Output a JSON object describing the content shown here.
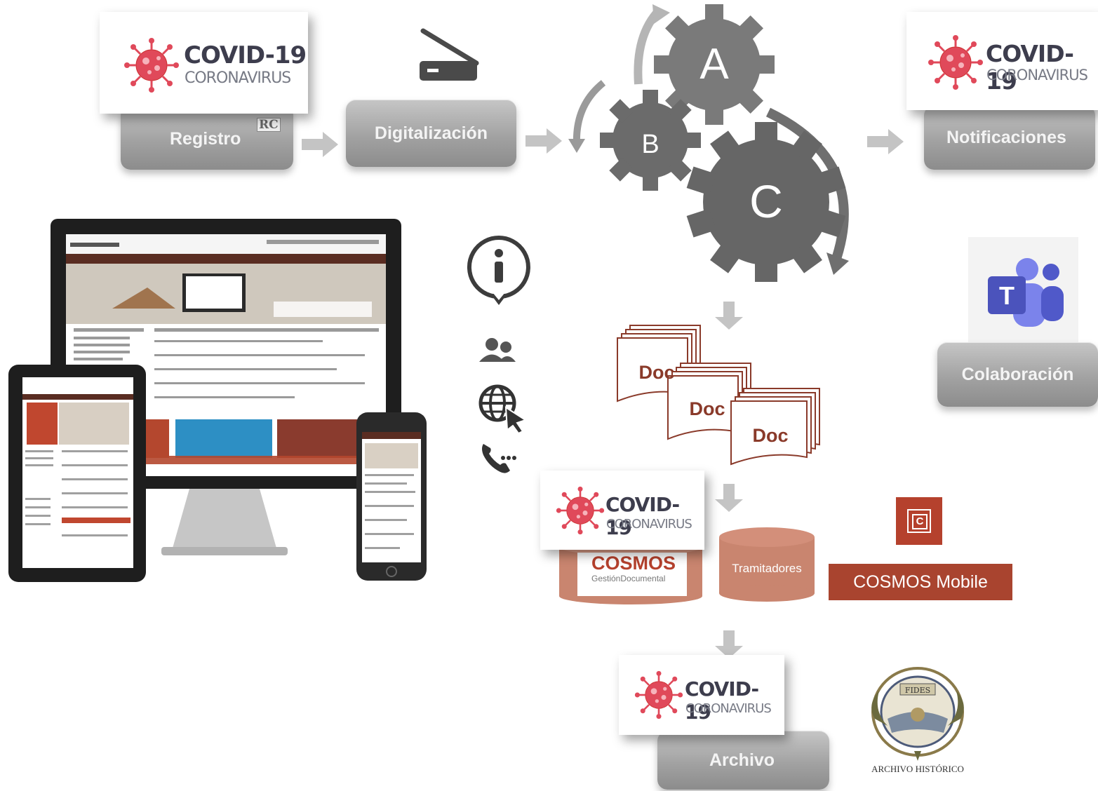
{
  "badges": {
    "title": "COVID-19",
    "subtitle": "CORONAVIRUS"
  },
  "steps": {
    "registro": "Registro",
    "digitalizacion": "Digitalización",
    "notificaciones": "Notificaciones",
    "colaboracion": "Colaboración",
    "archivo": "Archivo"
  },
  "rc_mark": "RC",
  "gears": {
    "a": "A",
    "b": "B",
    "c": "C"
  },
  "docs": [
    "Doc",
    "Doc",
    "Doc"
  ],
  "cosmos": {
    "logo": "COSMOS",
    "sublabel": "GestiónDocumental",
    "tramitadores": "Tramitadores",
    "mobile": "COSMOS Mobile",
    "mobile_icon": "C"
  },
  "archivo_historico": {
    "caption": "ARCHIVO HISTÓRICO",
    "seal_text": "FIDES"
  },
  "icons": [
    "info-bubble-icon",
    "users-icon",
    "globe-cursor-icon",
    "phone-dots-icon",
    "scanner-icon",
    "teams-icon"
  ],
  "colors": {
    "brown": "#9b4636",
    "brown_light": "#c9856f",
    "gear": "#6f6f6f",
    "button_gray": "#a2a2a2",
    "virus_red": "#e0495a",
    "teams_purple": "#5b5fc7"
  }
}
